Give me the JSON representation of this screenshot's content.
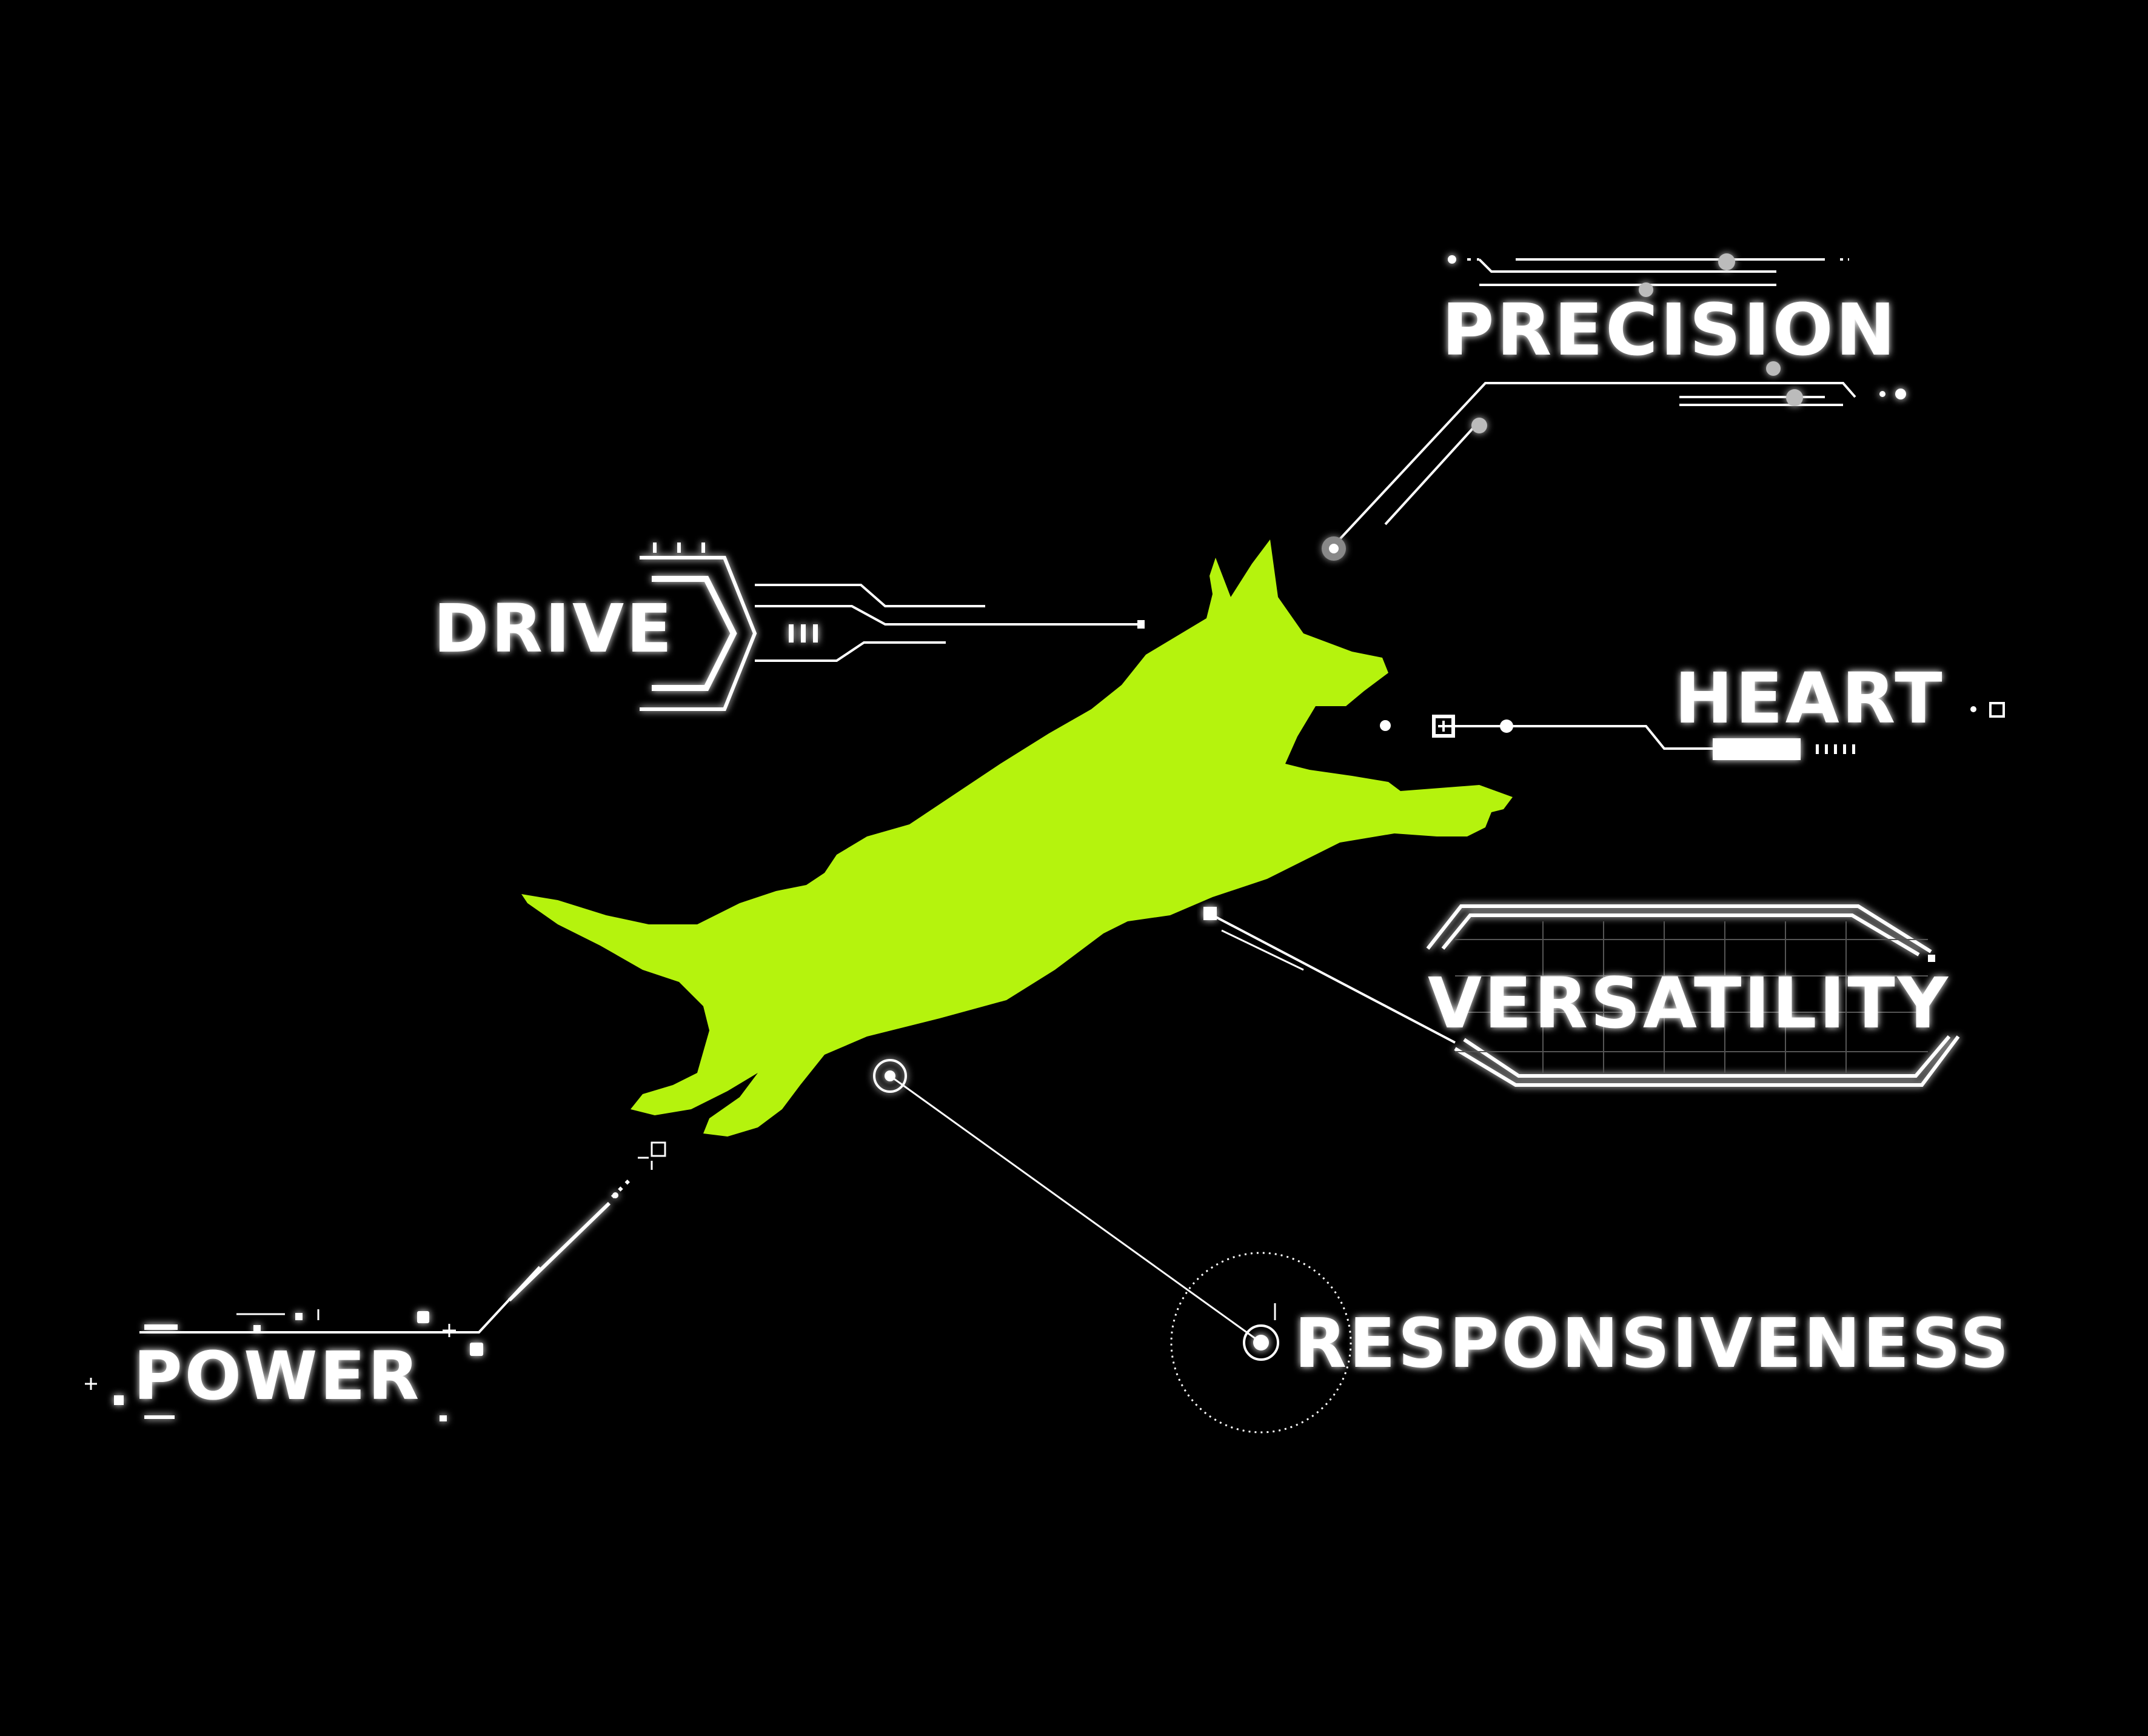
{
  "labels": {
    "precision": "PRECISION",
    "drive": "DRIVE",
    "heart": "HEART",
    "versatility": "VERSATILITY",
    "responsiveness": "RESPONSIVENESS",
    "power": "POWER"
  },
  "colors": {
    "background": "#000000",
    "dog": "#b5f30d",
    "hud": "#ffffff"
  }
}
